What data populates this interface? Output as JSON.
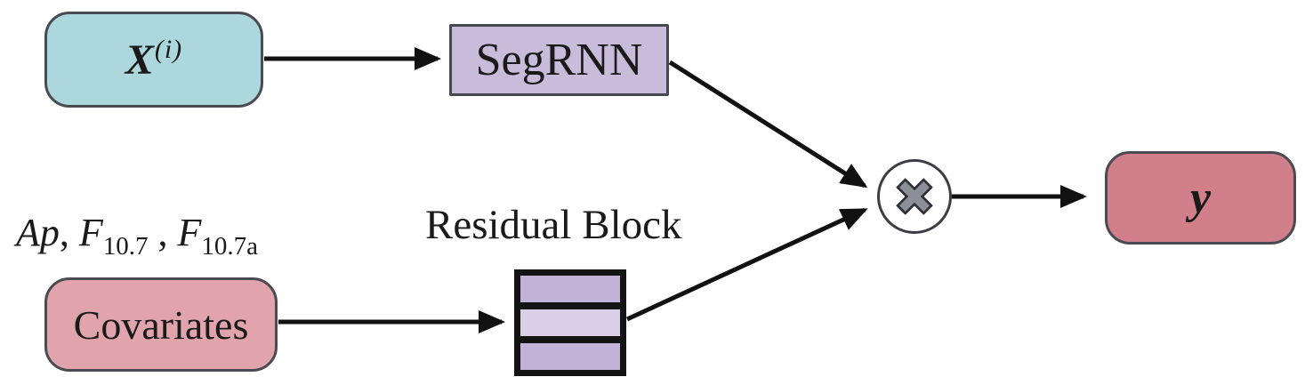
{
  "colors": {
    "x_input_fill": "#abd7dd",
    "segrnn_fill": "#c9bcdb",
    "covariates_fill": "#e2a4ac",
    "output_fill": "#d27f8c",
    "residual_outer_fill": "#c3b2d8",
    "residual_middle_fill": "#d9cfe6",
    "residual_border": "#141414",
    "multiply_glyph_fill": "#8a8f98",
    "arrow_color": "#111111"
  },
  "nodes": {
    "x_input": {
      "base": "X",
      "superscript": "(i)"
    },
    "segrnn": {
      "label": "SegRNN"
    },
    "covariates": {
      "label": "Covariates"
    },
    "residual_block": {
      "caption": "Residual Block",
      "segment_count": 3
    },
    "multiply": {
      "symbol": "×"
    },
    "output": {
      "label": "y"
    }
  },
  "annotations": {
    "covariate_list": {
      "ap": "Ap",
      "sep1": ", ",
      "f1_base": "F",
      "f1_sub": "10.7",
      "sep2": " , ",
      "f2_base": "F",
      "f2_sub": "10.7a"
    }
  }
}
